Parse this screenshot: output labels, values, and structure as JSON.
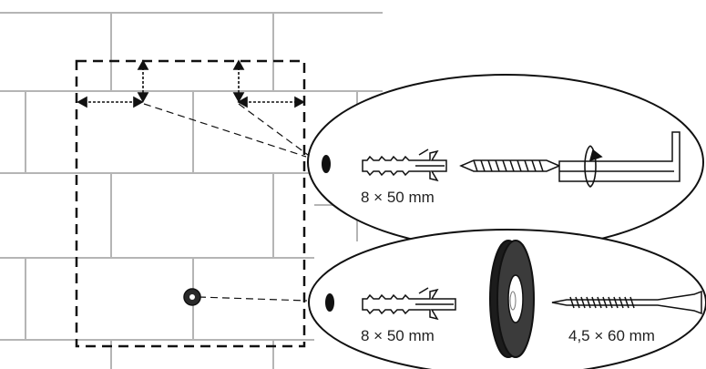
{
  "callout_top": {
    "anchor_size": "8 × 50 mm"
  },
  "callout_bottom": {
    "anchor_size": "8 × 50 mm",
    "screw_size": "4,5 × 60 mm"
  },
  "icons": [
    "drill-hole-icon",
    "wall-plug-icon",
    "hook-screw-icon",
    "rotation-arrow-icon",
    "spacer-washer-icon",
    "wood-screw-icon"
  ],
  "colors": {
    "line": "#111111",
    "wall": "#b5b5b5",
    "background": "#ffffff"
  }
}
